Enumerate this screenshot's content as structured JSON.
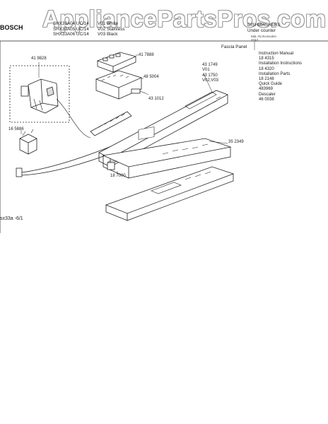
{
  "watermark": "AppliancePartsPros.com",
  "header": {
    "brand": "BOSCH",
    "models": [
      "SHX33A04 UC/14",
      "SHX33A05 UC/14",
      "SHX33A06 UC/14"
    ],
    "variants": [
      "V01 White",
      "V02 Stainless",
      "V03 Black"
    ],
    "title": "DISHWASHERS",
    "subtitle": "Under counter",
    "mfg_note": [
      "Mat.-Nr./Konsolen",
      "3743"
    ]
  },
  "section_title": "Fascia Panel",
  "documents": [
    "Instruction Manual",
    "18 4315",
    "Installation Instructions",
    "18 4320",
    "Installation Parts",
    "18 2148",
    "Quick Guide",
    "483969",
    "Descaler",
    "46 0038"
  ],
  "part_labels": {
    "p1": "41 9828",
    "p2": "41 7888",
    "p3": "48 5004",
    "p4": "43 1012",
    "p5": "16 5886",
    "p6a": "43 1749",
    "p6b": "V01",
    "p6c": "43 1750",
    "p6d": "V02,V03",
    "p7": "35 2349",
    "p8": "18 7000"
  },
  "footer": "sx33a -6/1"
}
